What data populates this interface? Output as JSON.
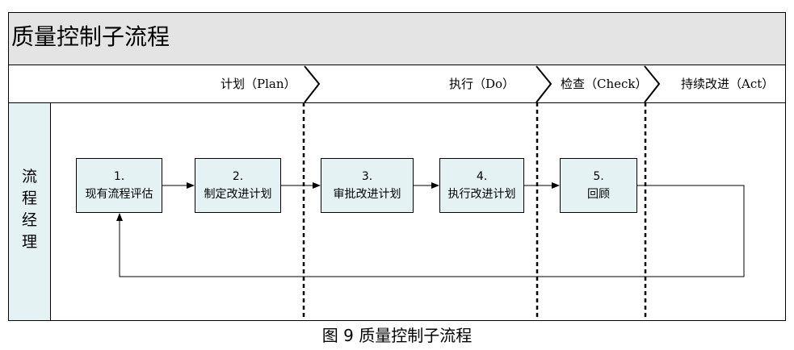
{
  "title": "质量控制子流程",
  "phases": {
    "plan": "计划（Plan）",
    "do": "执行（Do）",
    "check": "检查（Check）",
    "act": "持续改进（Act）"
  },
  "lane": {
    "chars": [
      "流",
      "程",
      "经",
      "理"
    ]
  },
  "steps": [
    {
      "num": "1.",
      "label": "现有流程评估"
    },
    {
      "num": "2.",
      "label": "制定改进计划"
    },
    {
      "num": "3.",
      "label": "审批改进计划"
    },
    {
      "num": "4.",
      "label": "执行改进计划"
    },
    {
      "num": "5.",
      "label": "回顾"
    }
  ],
  "caption": "图 9 质量控制子流程"
}
